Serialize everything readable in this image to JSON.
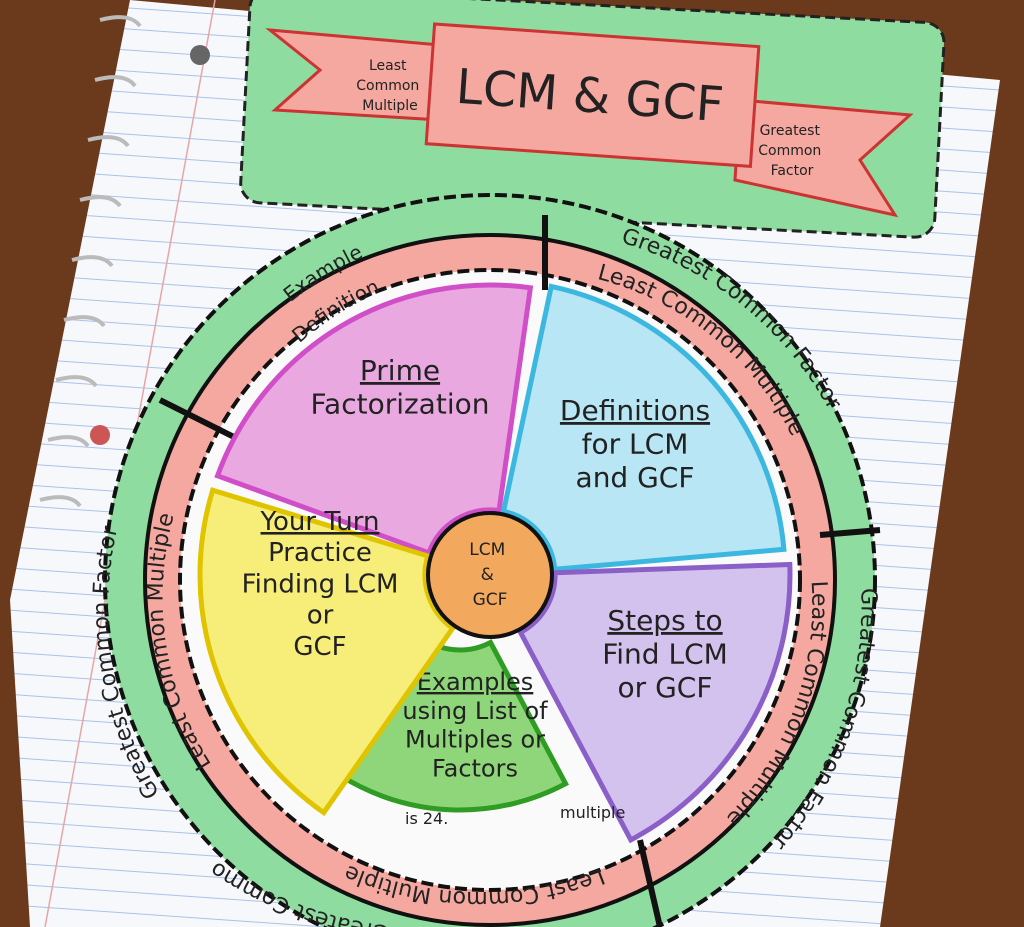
{
  "title_banner": {
    "title": "LCM & GCF",
    "left_ribbon": [
      "Least",
      "Common",
      "Multiple"
    ],
    "right_ribbon": [
      "Greatest",
      "Common",
      "Factor"
    ]
  },
  "wheel": {
    "center": [
      "LCM",
      "&",
      "GCF"
    ],
    "sectors": [
      {
        "lines": [
          "Prime",
          "Factorization"
        ],
        "color": "#e9a9e0"
      },
      {
        "lines": [
          "Definitions",
          "for LCM",
          "and GCF"
        ],
        "color": "#b9e6f5"
      },
      {
        "lines": [
          "Steps to",
          "Find LCM",
          "or GCF"
        ],
        "color": "#d4c2ee"
      },
      {
        "lines": [
          "Examples",
          "using List of",
          "Multiples or",
          "Factors"
        ],
        "color": "#8fd67a"
      },
      {
        "lines": [
          "Your Turn",
          "Practice",
          "Finding LCM",
          "or",
          "GCF"
        ],
        "color": "#f7ee7a"
      }
    ],
    "inner_ring_labels": [
      "Definition",
      "Least Common Multiple",
      "Least Common Multiple",
      "Least Common Multiple",
      "Least Common Multiple"
    ],
    "outer_ring_labels": [
      "Example",
      "Greatest Common Factor",
      "Greatest Common Factor",
      "Greatest Common Factor",
      "Greatest Common Factor"
    ],
    "hidden_text": [
      "is 24.",
      "multiple"
    ]
  },
  "colors": {
    "green": "#8fdca0",
    "red": "#f4a8a0",
    "wood": "#6b3a1c",
    "paper": "#f7f8fb"
  }
}
